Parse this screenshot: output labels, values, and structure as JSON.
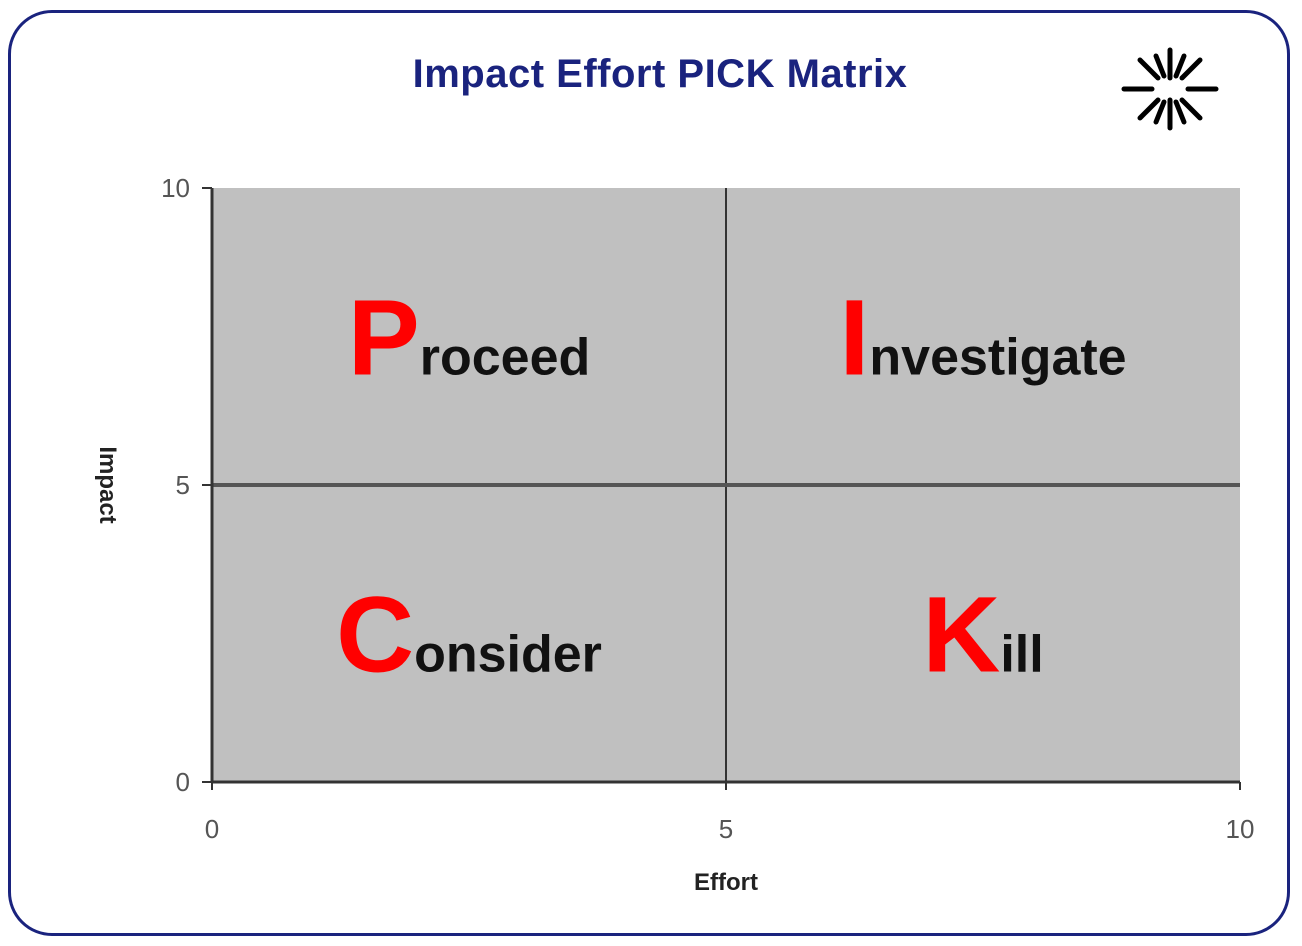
{
  "chart_data": {
    "type": "scatter",
    "title": "Impact Effort PICK Matrix",
    "xlabel": "Effort",
    "ylabel": "Impact",
    "xlim": [
      0,
      10
    ],
    "ylim": [
      0,
      10
    ],
    "x_ticks": [
      "0",
      "5",
      "10"
    ],
    "y_ticks": [
      "0",
      "5",
      "10"
    ],
    "dividers": {
      "x": 5,
      "y": 5
    },
    "grid": false,
    "plot_background": "#c0c0c0",
    "quadrants": [
      {
        "id": "proceed",
        "initial": "P",
        "rest": "roceed",
        "x": 2.5,
        "y": 7.5
      },
      {
        "id": "investigate",
        "initial": "I",
        "rest": "nvestigate",
        "x": 7.5,
        "y": 7.5
      },
      {
        "id": "consider",
        "initial": "C",
        "rest": "onsider",
        "x": 2.5,
        "y": 2.5
      },
      {
        "id": "kill",
        "initial": "K",
        "rest": "ill",
        "x": 7.5,
        "y": 2.5
      }
    ]
  },
  "colors": {
    "title": "#1a237e",
    "initial": "#ff0000",
    "border": "#1a237e"
  },
  "logo": {
    "icon": "starburst-logo-icon"
  }
}
